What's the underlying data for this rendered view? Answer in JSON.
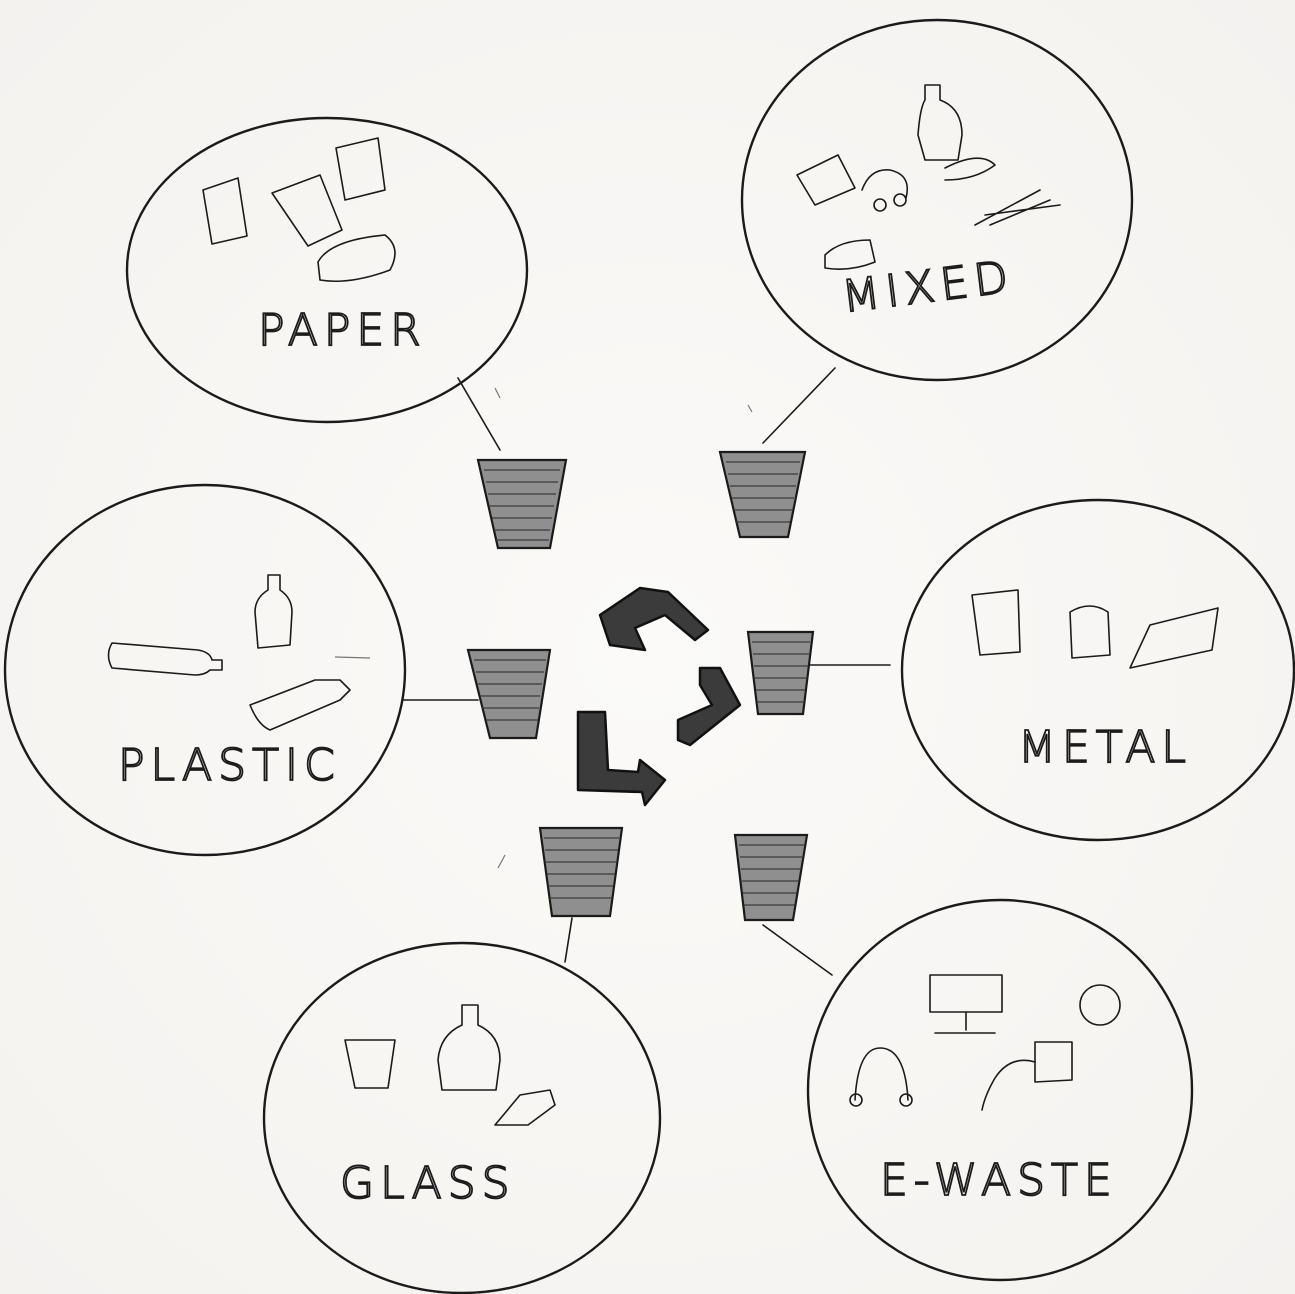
{
  "categories": [
    {
      "id": "paper",
      "label": "PAPER"
    },
    {
      "id": "mixed",
      "label": "MIXED"
    },
    {
      "id": "plastic",
      "label": "PLASTIC"
    },
    {
      "id": "metal",
      "label": "METAL"
    },
    {
      "id": "glass",
      "label": "GLASS"
    },
    {
      "id": "ewaste",
      "label": "E-WASTE"
    }
  ],
  "center_symbol": "recycle-icon"
}
